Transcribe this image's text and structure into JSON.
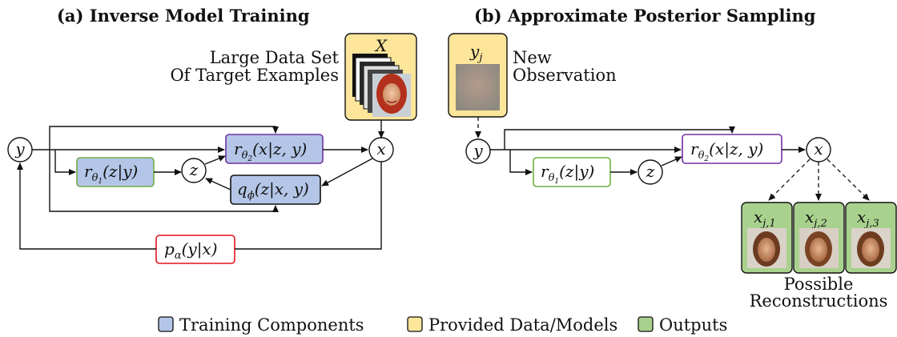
{
  "panel_a": {
    "title": "(a) Inverse Model Training",
    "dataset_label_line1": "Large Data Set",
    "dataset_label_line2": "Of Target Examples",
    "dataset_var": "X",
    "node_y": "y",
    "node_z": "z",
    "node_x": "x",
    "r_theta2": {
      "name": "r",
      "sub": "θ",
      "subsub": "2",
      "args": "(x|z, y)"
    },
    "r_theta1": {
      "name": "r",
      "sub": "θ",
      "subsub": "1",
      "args": "(z|y)"
    },
    "q_phi": {
      "name": "q",
      "sub": "ϕ",
      "args": "(z|x, y)"
    },
    "p_alpha": {
      "name": "p",
      "sub": "α",
      "args": "(y|x)"
    }
  },
  "panel_b": {
    "title": "(b) Approximate Posterior Sampling",
    "observation_var": "y",
    "observation_sub": "j",
    "observation_label_line1": "New",
    "observation_label_line2": "Observation",
    "node_y": "y",
    "node_z": "z",
    "node_x": "x",
    "r_theta2": {
      "name": "r",
      "sub": "θ",
      "subsub": "2",
      "args": "(x|z, y)"
    },
    "r_theta1": {
      "name": "r",
      "sub": "θ",
      "subsub": "1",
      "args": "(z|y)"
    },
    "outputs": [
      {
        "var": "x",
        "sub": "j,1"
      },
      {
        "var": "x",
        "sub": "j,2"
      },
      {
        "var": "x",
        "sub": "j,3"
      }
    ],
    "outputs_label_line1": "Possible",
    "outputs_label_line2": "Reconstructions"
  },
  "legend": {
    "items": [
      {
        "label": "Training Components",
        "color": "#b4c6e7"
      },
      {
        "label": "Provided Data/Models",
        "color": "#fde59a"
      },
      {
        "label": "Outputs",
        "color": "#a9d18e"
      }
    ]
  },
  "colors": {
    "training_fill": "#b4c6e7",
    "provided_fill": "#fde59a",
    "output_fill": "#a9d18e",
    "r_theta2_border": "#7030a0",
    "r_theta1_border": "#70ad47",
    "p_alpha_border": "#e0141e",
    "q_phi_border": "#111111"
  }
}
